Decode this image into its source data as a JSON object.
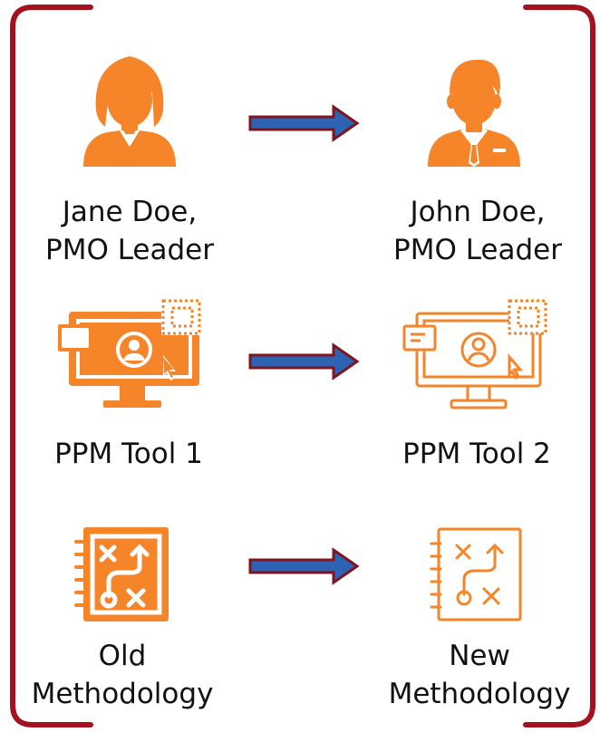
{
  "colors": {
    "bracket": "#a5121f",
    "icon": "#f6852a",
    "arrow_fill": "#2e63b3",
    "arrow_stroke": "#7d1620",
    "text": "#111111"
  },
  "rows": [
    {
      "from": {
        "icon": "businesswoman-icon",
        "lines": [
          "Jane Doe,",
          "PMO Leader"
        ]
      },
      "to": {
        "icon": "businessman-icon",
        "lines": [
          "John Doe,",
          "PMO Leader"
        ]
      }
    },
    {
      "from": {
        "icon": "monitor-user-icon",
        "lines": [
          "PPM Tool 1"
        ]
      },
      "to": {
        "icon": "monitor-user-outline-icon",
        "lines": [
          "PPM Tool 2"
        ]
      }
    },
    {
      "from": {
        "icon": "strategy-notebook-icon",
        "lines": [
          "Old",
          "Methodology"
        ]
      },
      "to": {
        "icon": "strategy-notebook-outline-icon",
        "lines": [
          "New",
          "Methodology"
        ]
      }
    }
  ]
}
